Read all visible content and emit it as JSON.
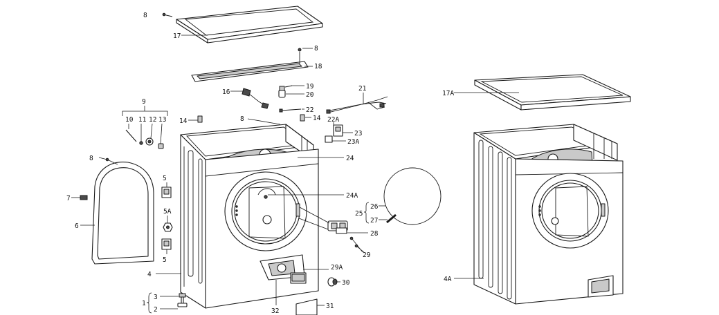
{
  "callouts": {
    "p8a": "8",
    "p17": "17",
    "p8b": "8",
    "p18": "18",
    "p16": "16",
    "p19": "19",
    "p20": "20",
    "p21": "21",
    "p22": "22",
    "p22a": "22A",
    "p14a": "14",
    "p14b": "14",
    "p8c": "8",
    "p23": "23",
    "p23a": "23A",
    "p24": "24",
    "p24a": "24A",
    "p9": "9",
    "p10": "10",
    "p11": "11",
    "p12": "12",
    "p13": "13",
    "p8d": "8",
    "p7": "7",
    "p6": "6",
    "p5a": "5",
    "p5b": "5A",
    "p5c": "5",
    "p4": "4",
    "p3": "3",
    "p2": "2",
    "p1": "1",
    "p25": "25",
    "p26": "26",
    "p27": "27",
    "p28": "28",
    "p29": "29",
    "p29a": "29A",
    "p30": "30",
    "p31": "31",
    "p32": "32",
    "p17a": "17A",
    "p4a": "4A"
  }
}
